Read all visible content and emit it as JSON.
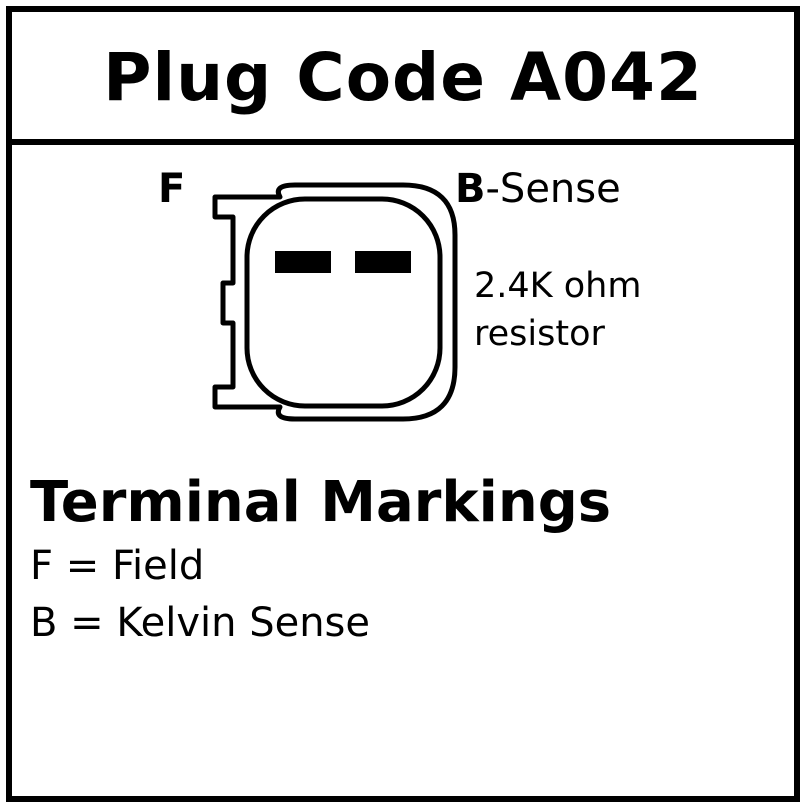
{
  "header": {
    "title": "Plug Code A042"
  },
  "connector": {
    "left_terminal": "F",
    "right_terminal_letter": "B",
    "right_terminal_suffix": "-Sense",
    "note_line1": "2.4K ohm",
    "note_line2": "resistor",
    "icon": "two-pin-connector-icon",
    "stroke_color": "#000000"
  },
  "legend": {
    "title": "Terminal Markings",
    "items": [
      "F = Field",
      "B = Kelvin Sense"
    ]
  }
}
